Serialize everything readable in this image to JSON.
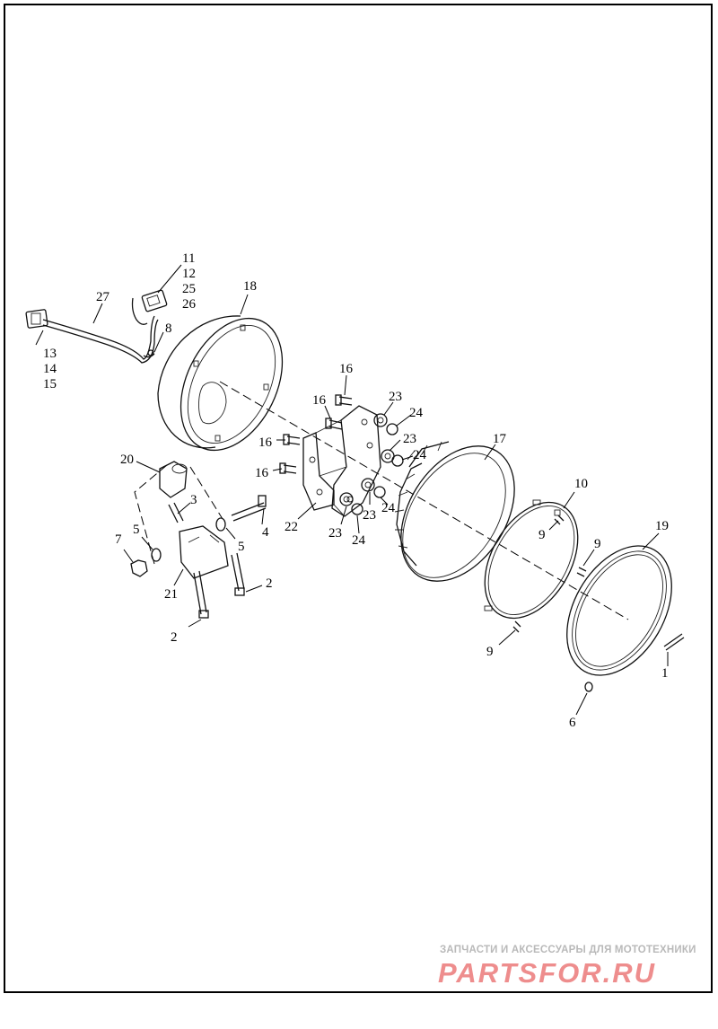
{
  "callouts": {
    "c1": "1",
    "c2a": "2",
    "c2b": "2",
    "c3": "3",
    "c4": "4",
    "c5a": "5",
    "c5b": "5",
    "c6": "6",
    "c7": "7",
    "c8": "8",
    "c9a": "9",
    "c9b": "9",
    "c9c": "9",
    "c10": "10",
    "c11": "11",
    "c12": "12",
    "c25": "25",
    "c26": "26",
    "c13": "13",
    "c14": "14",
    "c15": "15",
    "c16a": "16",
    "c16b": "16",
    "c16c": "16",
    "c16d": "16",
    "c17": "17",
    "c18": "18",
    "c19": "19",
    "c20": "20",
    "c21": "21",
    "c22": "22",
    "c23a": "23",
    "c23b": "23",
    "c23c": "23",
    "c23d": "23",
    "c24a": "24",
    "c24b": "24",
    "c24c": "24",
    "c24d": "24",
    "c27": "27"
  },
  "watermark": {
    "tagline": "ЗАПЧАСТИ И АКСЕССУАРЫ ДЛЯ МОТОТЕХНИКИ",
    "logo": "PARTSFOR.RU"
  }
}
